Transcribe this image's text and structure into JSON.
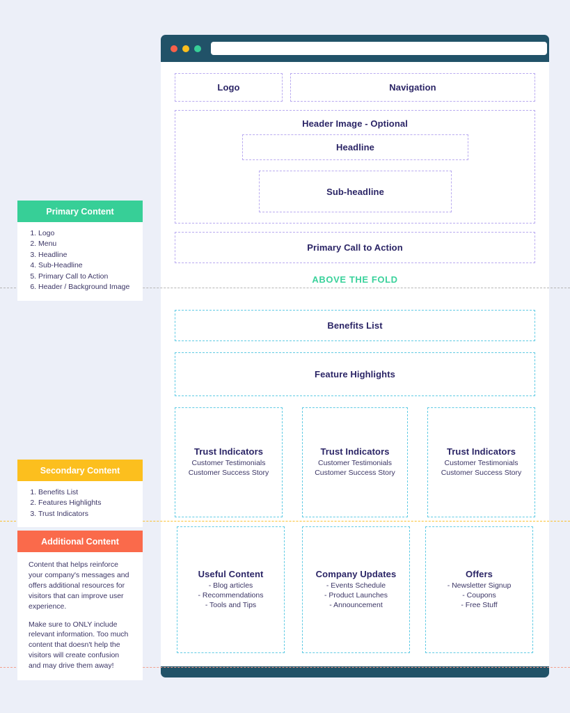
{
  "browser": {
    "dots": [
      "red-dot",
      "yellow-dot",
      "green-dot"
    ],
    "url_value": "",
    "url_placeholder": ""
  },
  "wireframe": {
    "above_fold": {
      "logo": "Logo",
      "navigation": "Navigation",
      "header_image": "Header Image - Optional",
      "headline": "Headline",
      "subheadline": "Sub-headline",
      "cta": "Primary Call to Action",
      "fold_label": "ABOVE THE FOLD"
    },
    "below_fold": {
      "benefits": "Benefits List",
      "features": "Feature Highlights",
      "trust": [
        {
          "title": "Trust Indicators",
          "line1": "Customer Testimonials",
          "line2": "Customer Success Story"
        },
        {
          "title": "Trust Indicators",
          "line1": "Customer Testimonials",
          "line2": "Customer Success Story"
        },
        {
          "title": "Trust Indicators",
          "line1": "Customer Testimonials",
          "line2": "Customer Success Story"
        }
      ],
      "additional": [
        {
          "title": "Useful Content",
          "line1": "- Blog articles",
          "line2": "- Recommendations",
          "line3": "- Tools and Tips"
        },
        {
          "title": "Company Updates",
          "line1": "- Events Schedule",
          "line2": "- Product Launches",
          "line3": "- Announcement"
        },
        {
          "title": "Offers",
          "line1": "- Newsletter Signup",
          "line2": "- Coupons",
          "line3": "- Free Stuff"
        }
      ]
    }
  },
  "cards": {
    "primary": {
      "heading": "Primary Content",
      "color": "#37cf97",
      "items": [
        "Logo",
        "Menu",
        "Headline",
        "Sub-Headline",
        "Primary Call to Action",
        "Header / Background Image"
      ]
    },
    "secondary": {
      "heading": "Secondary Content",
      "color": "#fcbf1e",
      "items": [
        "Benefits List",
        "Features Highlights",
        "Trust Indicators"
      ]
    },
    "additional": {
      "heading": "Additional Content",
      "color": "#fa6a4b",
      "paragraph1": "Content that helps reinforce your company's messages and offers additional resources for visitors that can improve user experience.",
      "paragraph2": "Make sure to ONLY include relevant information. Too much content that doesn't help the visitors will create confusion and may drive them away!"
    }
  },
  "colors": {
    "page_background": "#eceff8",
    "browser_chrome": "#215268",
    "dash_purple": "#b9aaf0",
    "dash_cyan": "#60cbe4",
    "fold_green": "#3ad29b",
    "divider_gray": "#b4b4b4",
    "divider_yellow": "#fbc02d",
    "divider_salmon": "#f4a08d",
    "text_dark": "#2b2566"
  }
}
